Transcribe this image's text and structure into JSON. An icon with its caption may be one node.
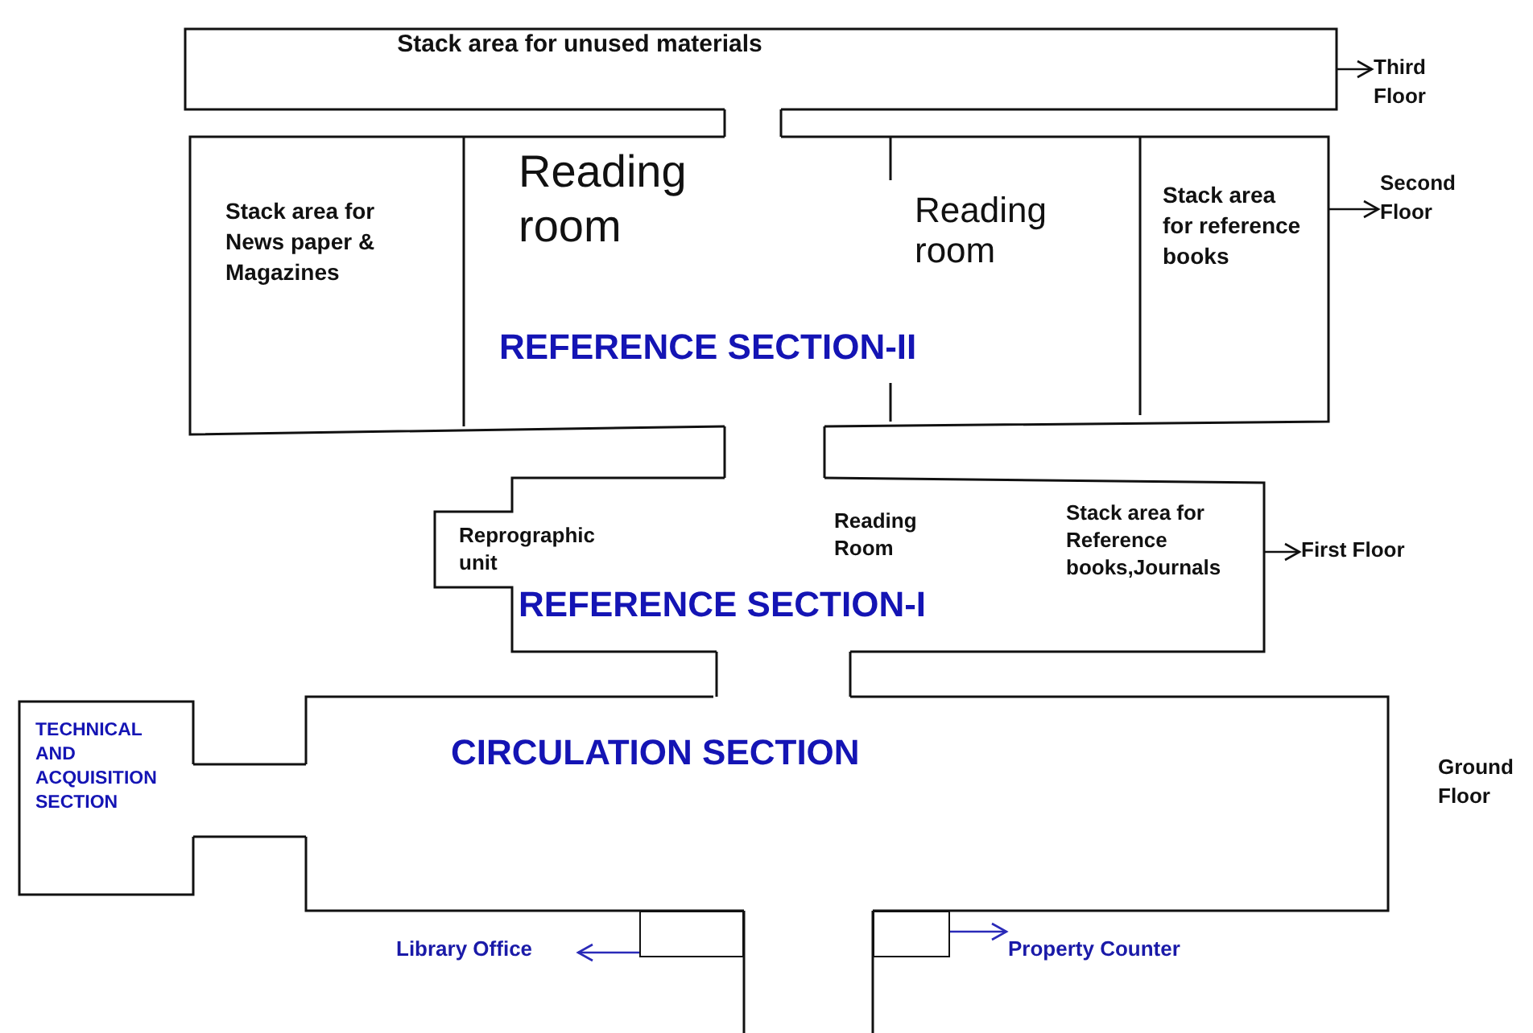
{
  "diagram": {
    "nodes": [
      {
        "text": [
          "Stack area for unused materials"
        ]
      },
      {
        "text": [
          "Third Floor"
        ]
      },
      {
        "text": [
          "REFERENCE SECTION-II"
        ]
      },
      {
        "text": [
          "Stack area for News paper & Magazines"
        ],
        "in": 2
      },
      {
        "text": [
          "Reading room"
        ],
        "in": 2
      },
      {
        "text": [
          "Reading room"
        ],
        "in": 2
      },
      {
        "text": [
          "Stack area for reference books"
        ],
        "in": 2
      },
      {
        "text": [
          "Second Floor"
        ]
      },
      {
        "text": [
          "REFERENCE SECTION-I"
        ]
      },
      {
        "text": [
          "Reprographic unit"
        ],
        "in": 8
      },
      {
        "text": [
          "Reading Room"
        ],
        "in": 8
      },
      {
        "text": [
          "Stack area for Reference books,Journals"
        ],
        "in": 8
      },
      {
        "text": [
          "First Floor"
        ]
      },
      {
        "text": [
          "TECHNICAL AND ACQUISITION SECTION"
        ]
      },
      {
        "text": [
          "CIRCULATION SECTION"
        ]
      },
      {
        "text": [],
        "shape": "box"
      },
      {
        "text": [],
        "shape": "box"
      },
      {
        "text": [
          "Library Office"
        ]
      },
      {
        "text": [
          "Property Counter"
        ]
      }
    ],
    "edges": [
      {
        "from": 0,
        "to": 1,
        "arrow": "to"
      },
      {
        "from": 2,
        "to": 7,
        "arrow": "to"
      },
      {
        "from": 8,
        "to": 12,
        "arrow": "to"
      },
      {
        "from": 15,
        "to": 17,
        "arrow": "to",
        "color": "#2a2ab8"
      },
      {
        "from": 16,
        "to": 18,
        "arrow": "to",
        "color": "#2a2ab8"
      }
    ],
    "labels": [
      "Ground Floor"
    ]
  }
}
